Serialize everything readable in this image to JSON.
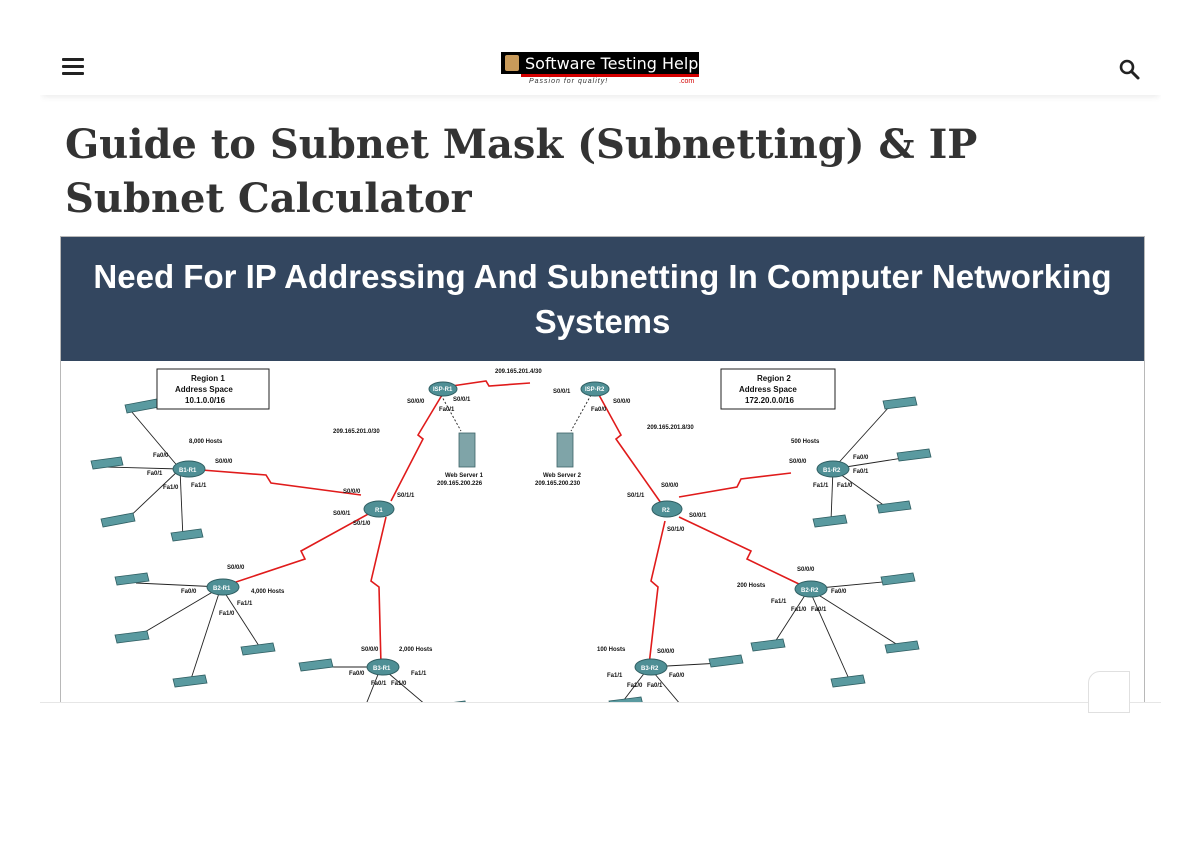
{
  "header": {
    "menu_icon": "hamburger-menu-icon",
    "search_icon": "search-icon",
    "logo": {
      "name": "Software Testing Help",
      "tagline": "Passion for quality!",
      "suffix": ".com"
    }
  },
  "article": {
    "title": "Guide to Subnet Mask (Subnetting) & IP Subnet Calculator"
  },
  "featured_image": {
    "banner_title": "Need For IP Addressing And Subnetting In Computer Networking Systems",
    "region1": {
      "title": "Region 1",
      "subtitle": "Address Space",
      "range": "10.1.0.0/16"
    },
    "region2": {
      "title": "Region 2",
      "subtitle": "Address Space",
      "range": "172.20.0.0/16"
    },
    "top_link": "209.165.201.4/30",
    "left_link": "209.165.201.0/30",
    "right_link": "209.165.201.8/30",
    "web_server_1": {
      "name": "Web Server 1",
      "ip": "209.165.200.226"
    },
    "web_server_2": {
      "name": "Web Server 2",
      "ip": "209.165.200.230"
    },
    "routers": {
      "isp_r1": "ISP-R1",
      "isp_r2": "ISP-R2",
      "r1": "R1",
      "r2": "R2",
      "b1_r1": "B1-R1",
      "b2_r1": "B2-R1",
      "b3_r1": "B3-R1",
      "b1_r2": "B1-R2",
      "b2_r2": "B2-R2",
      "b3_r2": "B3-R2"
    },
    "host_counts": {
      "b1_r1": "8,000 Hosts",
      "b2_r1": "4,000 Hosts",
      "b3_r1": "2,000 Hosts",
      "b1_r2": "500 Hosts",
      "b2_r2": "200 Hosts",
      "b3_r2": "100 Hosts"
    },
    "interfaces": {
      "s000": "S0/0/0",
      "s001": "S0/0/1",
      "s010": "S0/1/0",
      "s011": "S0/1/1",
      "fa00": "Fa0/0",
      "fa01": "Fa0/1",
      "fa10": "Fa1/0",
      "fa11": "Fa1/1"
    }
  },
  "colors": {
    "banner_bg": "#33465f",
    "title_text": "#333333",
    "link_red": "#e01b1b",
    "device_teal": "#4f8f95"
  }
}
